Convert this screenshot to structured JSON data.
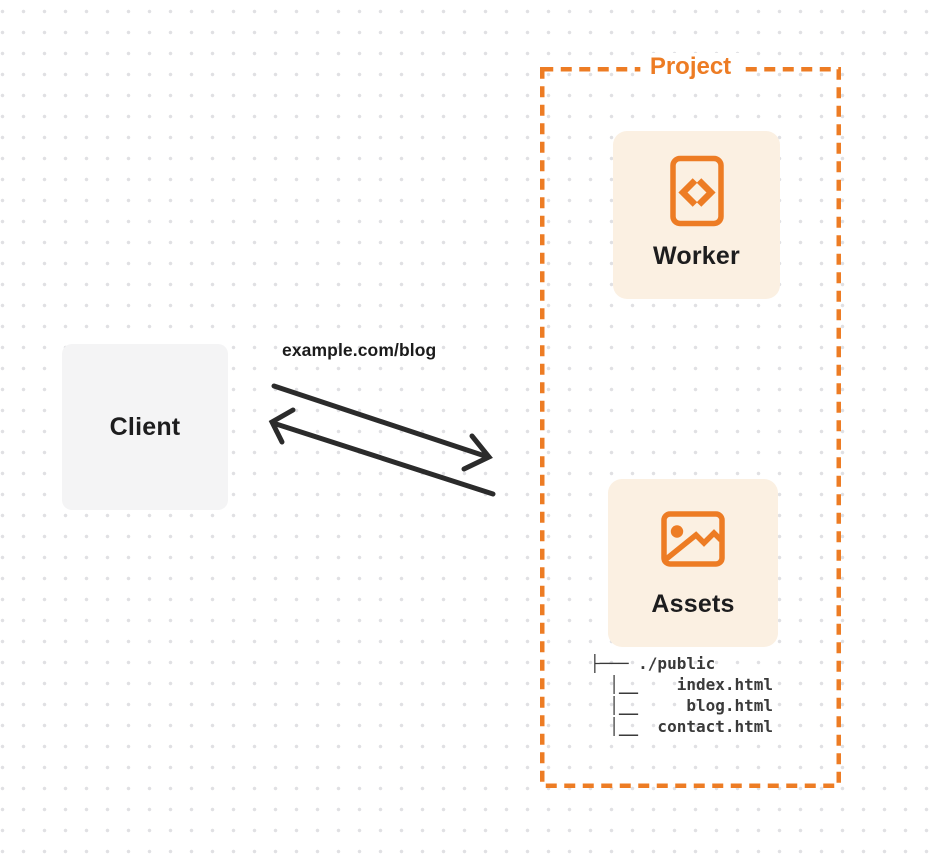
{
  "client": {
    "label": "Client"
  },
  "request": {
    "url": "example.com/blog"
  },
  "project": {
    "title": "Project",
    "worker": {
      "label": "Worker",
      "icon": "code-file-icon"
    },
    "assets": {
      "label": "Assets",
      "icon": "image-icon"
    },
    "file_tree": [
      "├─── ./public",
      "  │__    index.html",
      "  │__     blog.html",
      "  │__  contact.html"
    ]
  },
  "colors": {
    "orange": "#ED7C24",
    "card_fill": "#FBF0E2",
    "client_fill": "#F4F4F5",
    "arrow": "#2B2B2B",
    "text_dark": "#1D1D1E",
    "tree_text": "#3A3A3A",
    "dot_grid": "#E0E0E3"
  }
}
